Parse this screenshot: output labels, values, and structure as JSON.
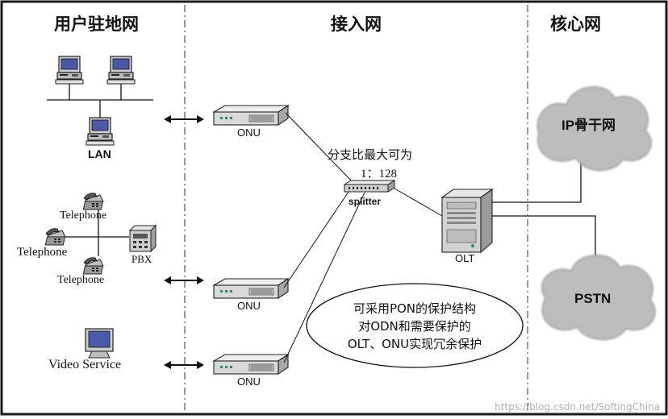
{
  "zones": {
    "user_premises": "用户驻地网",
    "access_network": "接入网",
    "core_network": "核心网"
  },
  "devices": {
    "lan": "LAN",
    "telephone_top": "Telephone",
    "telephone_left": "Telephone",
    "telephone_bottom": "Telephone",
    "pbx": "PBX",
    "video_service": "Video Service",
    "onu_top": "ONU",
    "onu_middle": "ONU",
    "onu_bottom": "ONU",
    "splitter": "splitter",
    "olt": "OLT",
    "ip_backbone": "IP骨干网",
    "pstn": "PSTN"
  },
  "annotations": {
    "split_ratio_line1": "分支比最大可为",
    "split_ratio_line2": "1：128",
    "protection_line1": "可采用PON的保护结构",
    "protection_line2": "对ODN和需要保护的",
    "protection_line3": "OLT、ONU实现冗余保护"
  },
  "watermark": "https://blog.csdn.net/SoftingChina",
  "colors": {
    "frame": "#1a1a1a",
    "divider": "#333333",
    "monitor_screen": "#4a5aa8",
    "device_body": "#d9d9d9",
    "cloud": "#bdbdbd",
    "onu_led": "#2e8b57"
  }
}
